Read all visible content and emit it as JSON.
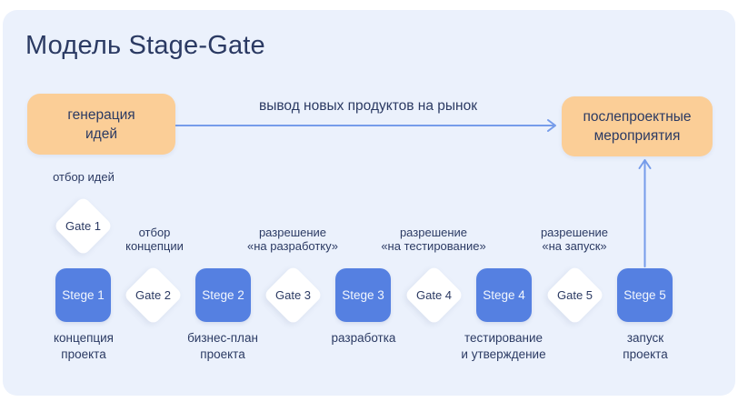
{
  "title": "Модель Stage-Gate",
  "flow": {
    "start": "генерация\nидей",
    "market_arrow": "вывод новых продуктов на рынок",
    "end": "послепроектные\nмероприятия",
    "idea_screening": "отбор идей"
  },
  "gates": [
    {
      "label": "Gate 1",
      "annotation": ""
    },
    {
      "label": "Gate 2",
      "annotation": "отбор\nконцепции"
    },
    {
      "label": "Gate 3",
      "annotation": "разрешение\n«на разработку»"
    },
    {
      "label": "Gate 4",
      "annotation": "разрешение\n«на тестирование»"
    },
    {
      "label": "Gate 5",
      "annotation": "разрешение\n«на запуск»"
    }
  ],
  "stages": [
    {
      "label": "Stege 1",
      "caption": "концепция\nпроекта"
    },
    {
      "label": "Stege 2",
      "caption": "бизнес-план\nпроекта"
    },
    {
      "label": "Stege 3",
      "caption": "разработка"
    },
    {
      "label": "Stege 4",
      "caption": "тестирование\nи утверждение"
    },
    {
      "label": "Stege 5",
      "caption": "запуск\nпроекта"
    }
  ],
  "colors": {
    "card_bg": "#EBF1FC",
    "accent_orange": "#FBCE97",
    "accent_blue": "#5580E1",
    "arrow_blue": "#769CEA",
    "text_navy": "#2B3A63"
  }
}
